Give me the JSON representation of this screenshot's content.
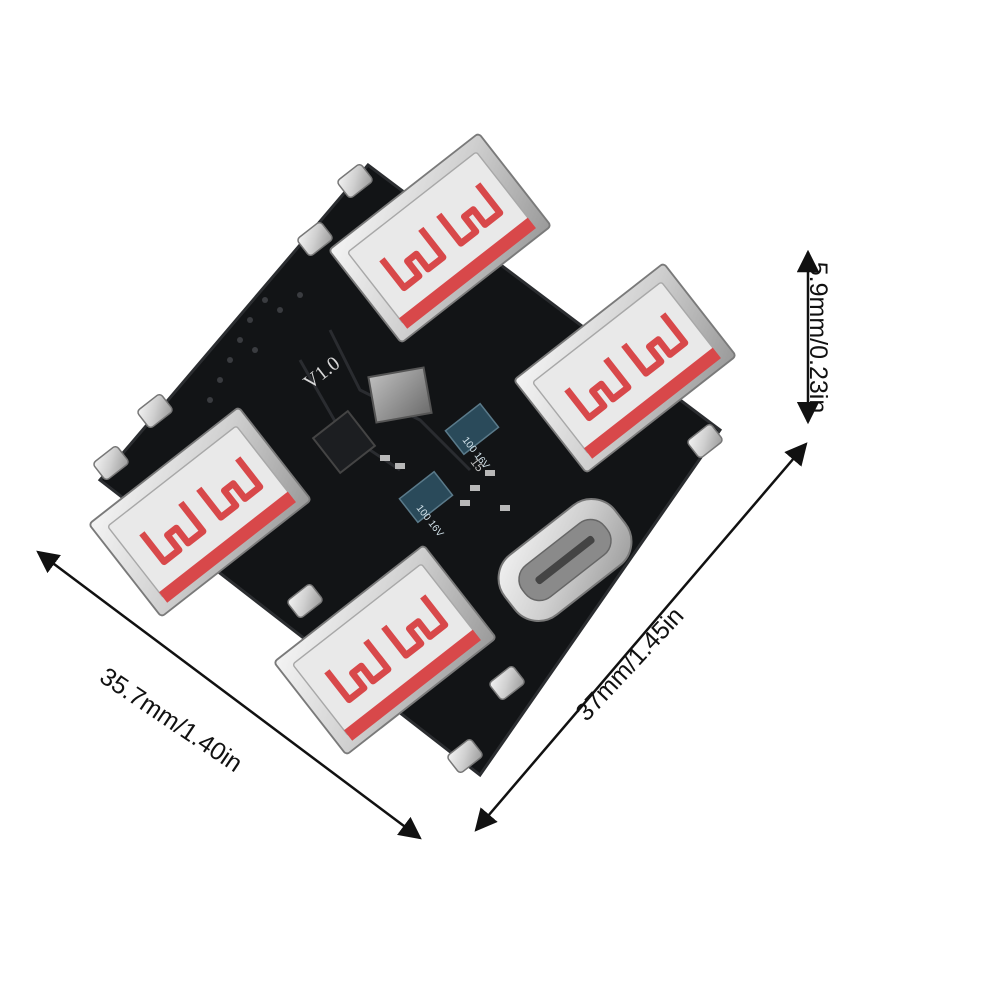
{
  "dimensions": {
    "width": "35.7mm/1.40in",
    "depth": "37mm/1.45in",
    "height": "5.9mm/0.23in"
  },
  "board": {
    "version": "V1.0",
    "capacitor_label": "100\n16V",
    "silk_number": "15"
  },
  "product": {
    "usb_a_ports": 4,
    "usb_c_ports": 1
  },
  "colors": {
    "pcb": "#121416",
    "metal": "#d8d8d8",
    "port_insert": "#d8484a",
    "capacitor": "#2a4a5a"
  }
}
